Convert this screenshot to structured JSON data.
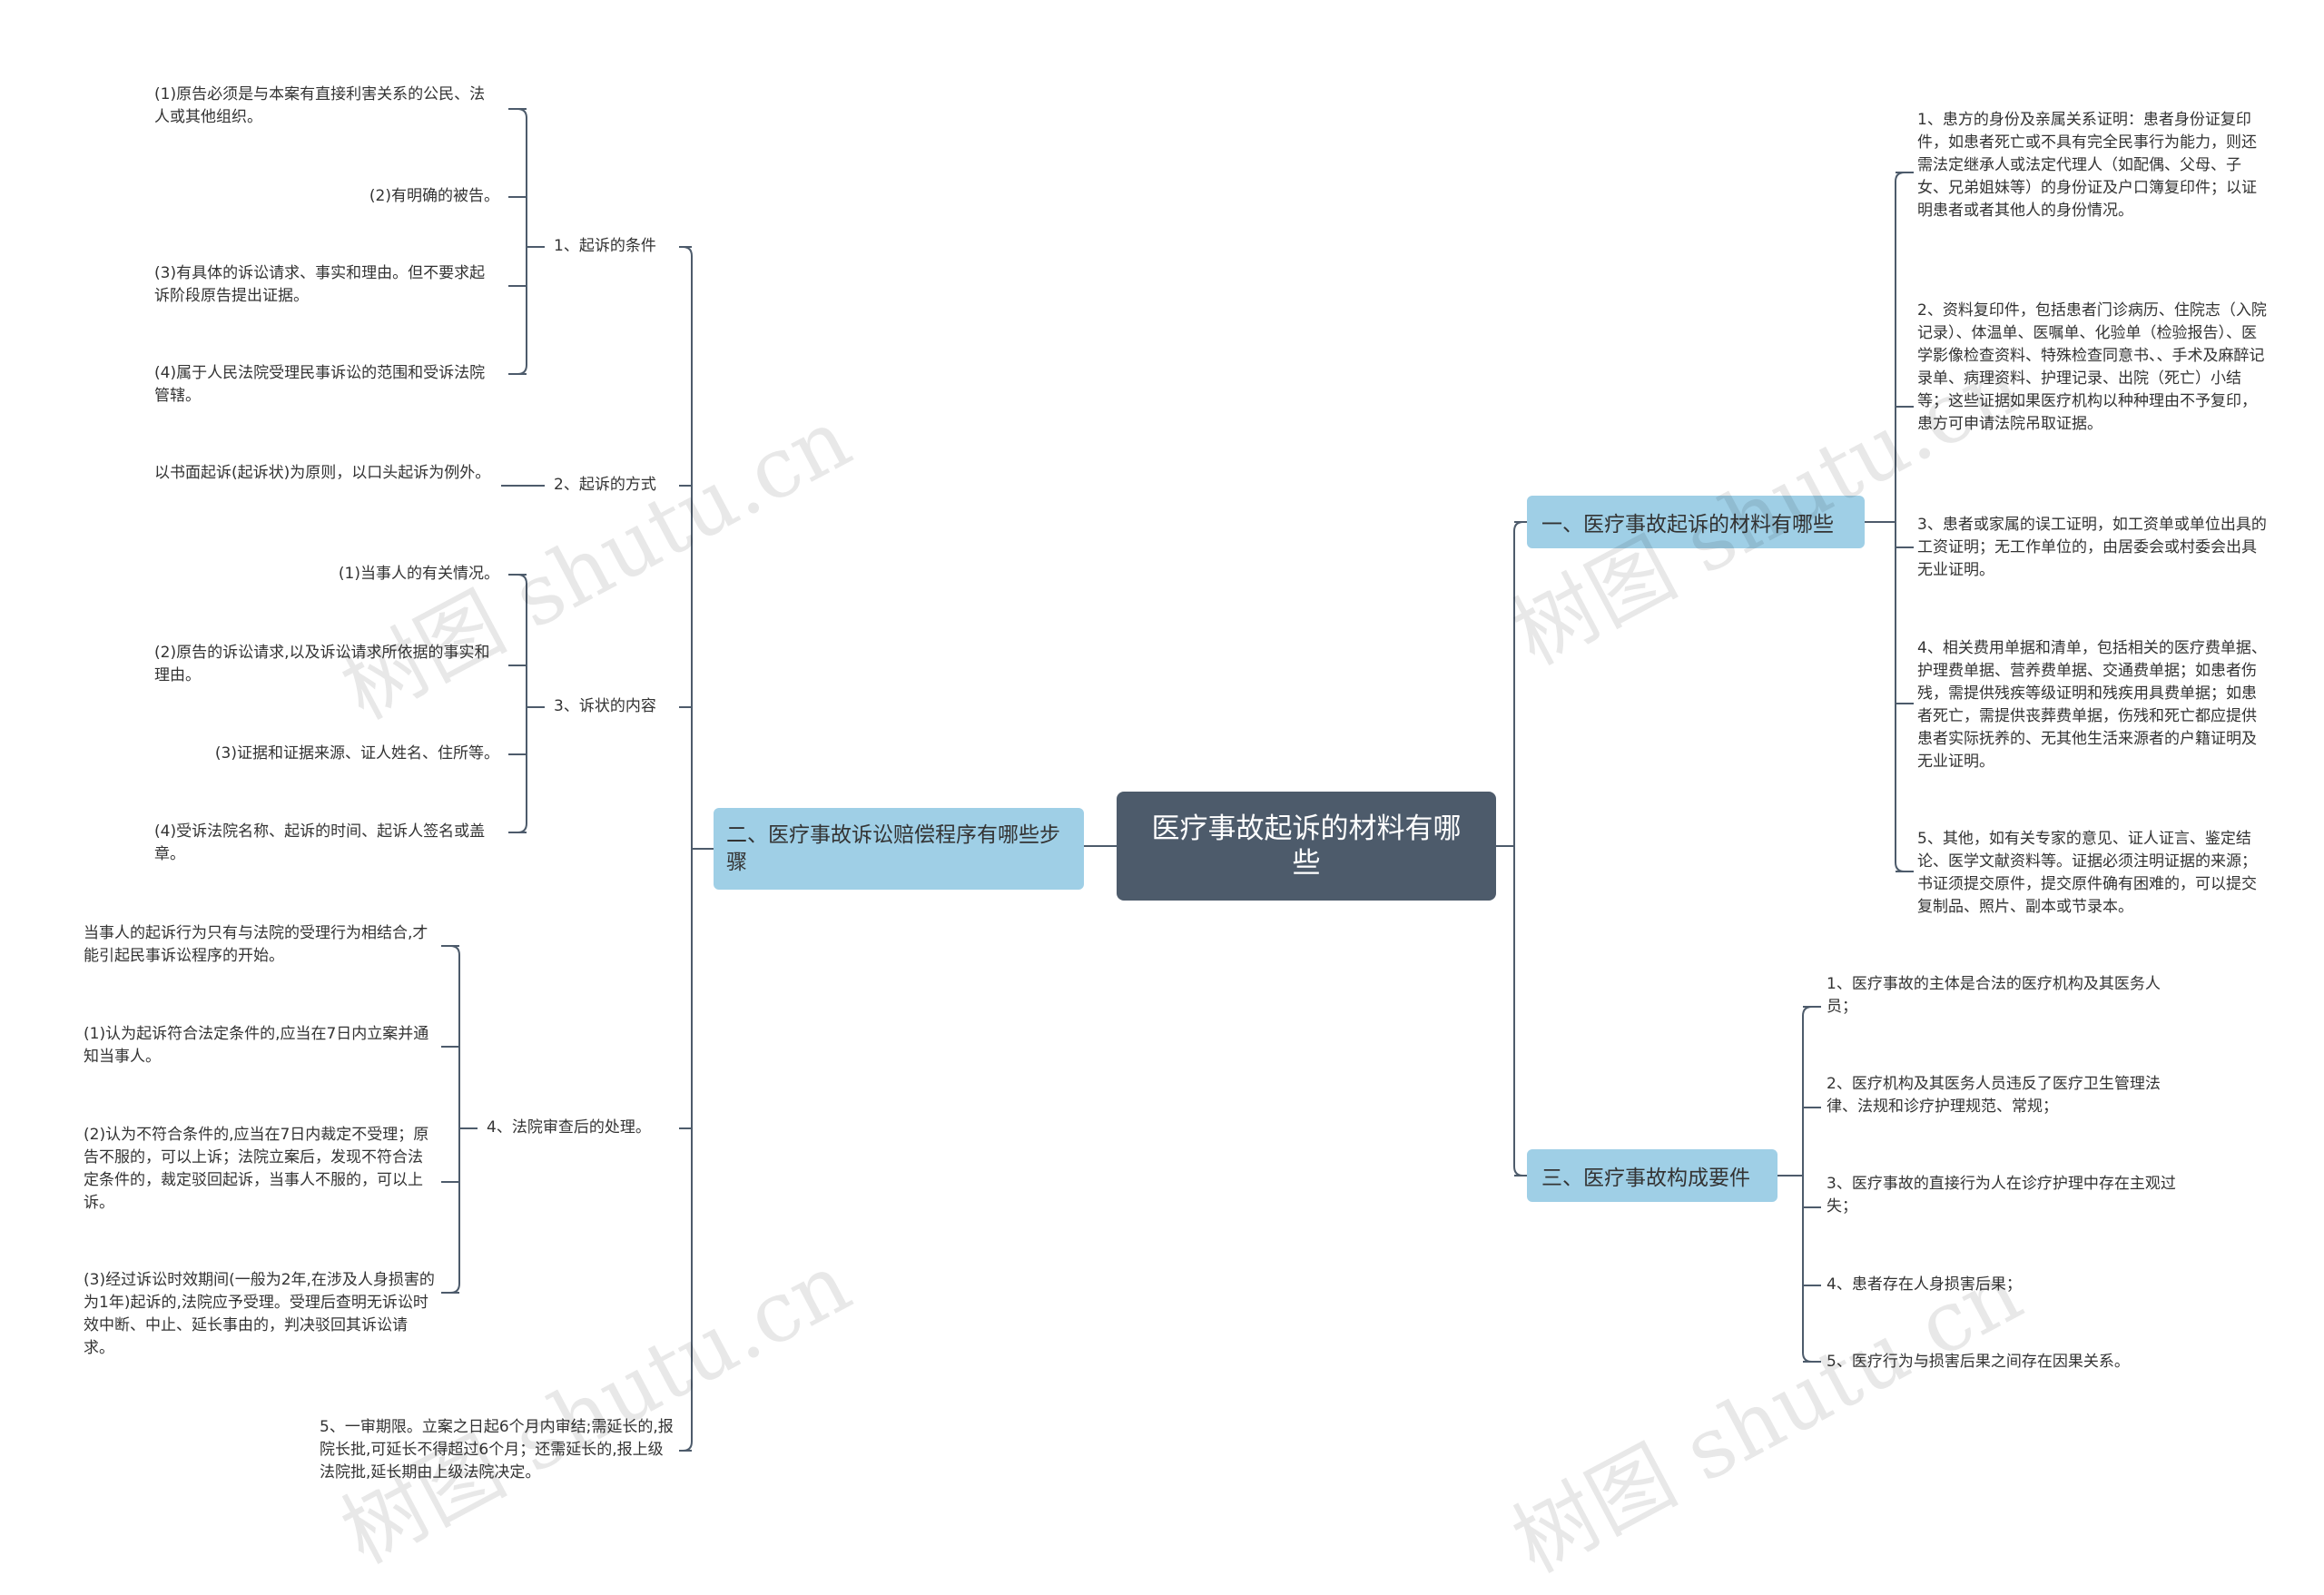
{
  "root": {
    "label": "医疗事故起诉的材料有哪些"
  },
  "branch_right_1": {
    "label": "一、医疗事故起诉的材料有哪些",
    "items": [
      "1、患方的身份及亲属关系证明：患者身份证复印件，如患者死亡或不具有完全民事行为能力，则还需法定继承人或法定代理人（如配偶、父母、子女、兄弟姐妹等）的身份证及户口簿复印件；以证明患者或者其他人的身份情况。",
      "2、资料复印件，包括患者门诊病历、住院志（入院记录）、体温单、医嘱单、化验单（检验报告）、医学影像检查资料、特殊检查同意书、、手术及麻醉记录单、病理资料、护理记录、出院（死亡）小结等；这些证据如果医疗机构以种种理由不予复印，患方可申请法院吊取证据。",
      "3、患者或家属的误工证明，如工资单或单位出具的工资证明；无工作单位的，由居委会或村委会出具无业证明。",
      "4、相关费用单据和清单，包括相关的医疗费单据、护理费单据、营养费单据、交通费单据；如患者伤残，需提供残疾等级证明和残疾用具费单据；如患者死亡，需提供丧葬费单据，伤残和死亡都应提供患者实际抚养的、无其他生活来源者的户籍证明及无业证明。",
      "5、其他，如有关专家的意见、证人证言、鉴定结论、医学文献资料等。证据必须注明证据的来源；书证须提交原件，提交原件确有困难的，可以提交复制品、照片、副本或节录本。"
    ]
  },
  "branch_right_3": {
    "label": "三、医疗事故构成要件",
    "items": [
      "1、医疗事故的主体是合法的医疗机构及其医务人员；",
      "2、医疗机构及其医务人员违反了医疗卫生管理法律、法规和诊疗护理规范、常规；",
      "3、医疗事故的直接行为人在诊疗护理中存在主观过失；",
      "4、患者存在人身损害后果；",
      "5、医疗行为与损害后果之间存在因果关系。"
    ]
  },
  "branch_left_2": {
    "label": "二、医疗事故诉讼赔偿程序有哪些步骤",
    "subs": [
      {
        "label": "1、起诉的条件",
        "items": [
          "(1)原告必须是与本案有直接利害关系的公民、法人或其他组织。",
          "(2)有明确的被告。",
          "(3)有具体的诉讼请求、事实和理由。但不要求起诉阶段原告提出证据。",
          "(4)属于人民法院受理民事诉讼的范围和受诉法院管辖。"
        ]
      },
      {
        "label": "2、起诉的方式",
        "items": [
          "以书面起诉(起诉状)为原则，以口头起诉为例外。"
        ]
      },
      {
        "label": "3、诉状的内容",
        "items": [
          "(1)当事人的有关情况。",
          "(2)原告的诉讼请求,以及诉讼请求所依据的事实和理由。",
          "(3)证据和证据来源、证人姓名、住所等。",
          "(4)受诉法院名称、起诉的时间、起诉人签名或盖章。"
        ]
      },
      {
        "label": "4、法院审查后的处理。",
        "items": [
          "当事人的起诉行为只有与法院的受理行为相结合,才能引起民事诉讼程序的开始。",
          "(1)认为起诉符合法定条件的,应当在7日内立案并通知当事人。",
          "(2)认为不符合条件的,应当在7日内裁定不受理；原告不服的，可以上诉；法院立案后，发现不符合法定条件的，裁定驳回起诉，当事人不服的，可以上诉。",
          "(3)经过诉讼时效期间(一般为2年,在涉及人身损害的为1年)起诉的,法院应予受理。受理后查明无诉讼时效中断、中止、延长事由的，判决驳回其诉讼请求。"
        ]
      },
      {
        "label": "5、一审期限。立案之日起6个月内审结;需延长的,报院长批,可延长不得超过6个月；还需延长的,报上级法院批,延长期由上级法院决定。",
        "items": []
      }
    ]
  },
  "watermark": "树图 shutu.cn",
  "colors": {
    "root_bg": "#4d5b6b",
    "branch_bg": "#9fcfe6",
    "line": "#4d5b6b",
    "text": "#333333"
  }
}
